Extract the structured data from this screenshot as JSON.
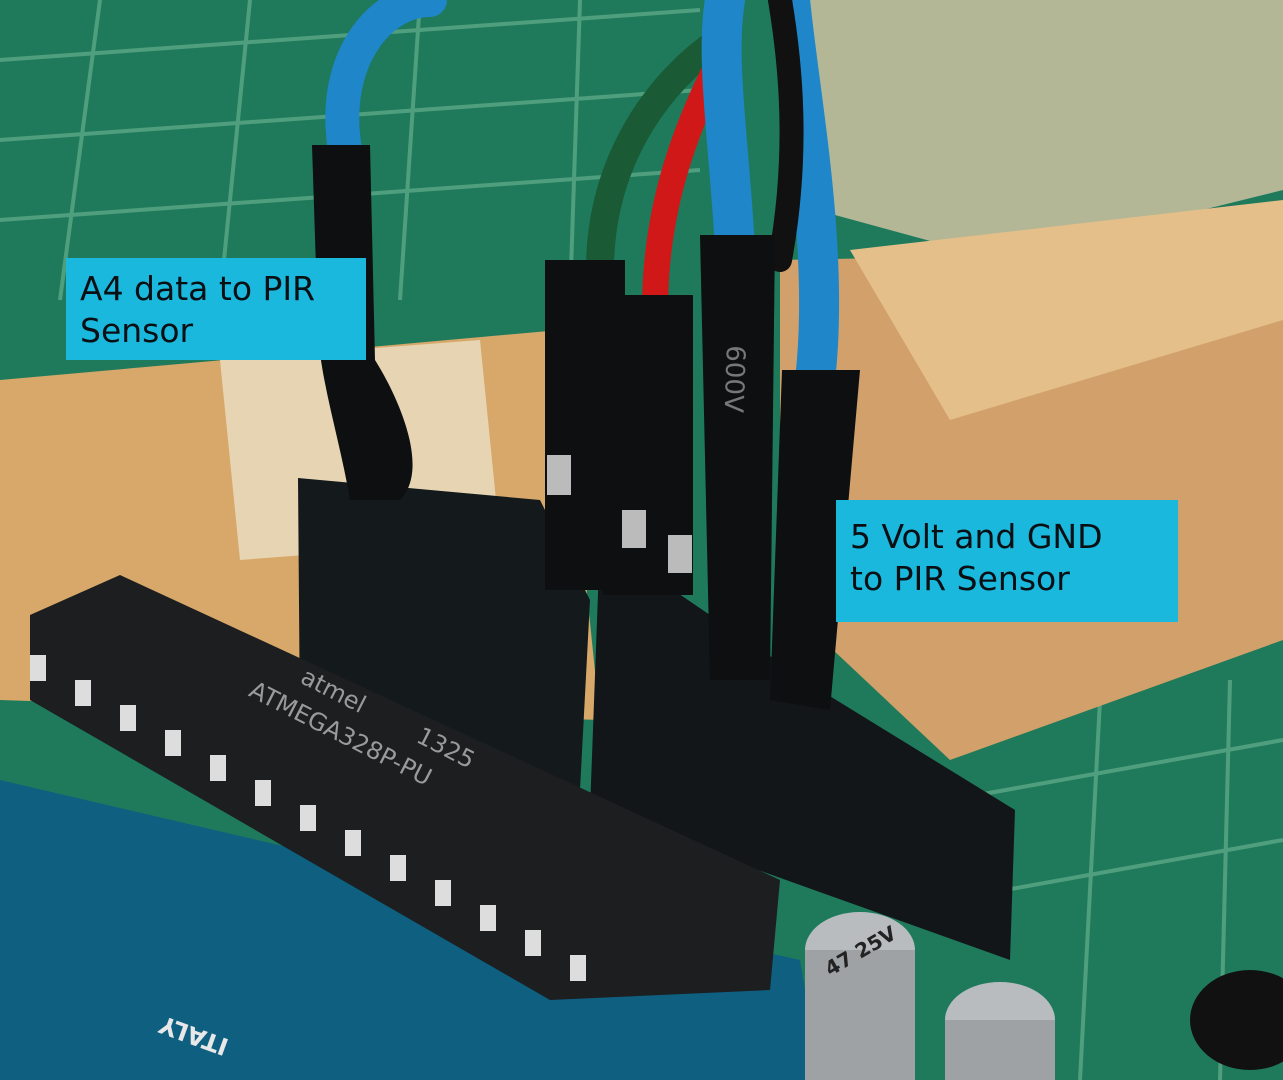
{
  "annotations": [
    {
      "lines": [
        "A4 data to PIR",
        "Sensor"
      ]
    },
    {
      "lines": [
        "5 Volt and GND",
        "to PIR Sensor"
      ]
    }
  ],
  "photo_markings": {
    "chip_brand": "atmel",
    "chip_model": "ATMEGA328P-PU",
    "chip_date": "1325",
    "wire_print": "600V",
    "capacitor": "47 25V",
    "board_text": "ITALY"
  },
  "colors": {
    "callout": "#1ab8dc",
    "cutting_mat": "#1f7a5c",
    "wire_blue": "#1f86c9",
    "wire_green": "#1a5a35",
    "wire_red": "#d01818",
    "wood": "#d8a86a",
    "pcb": "#0e5f80"
  }
}
